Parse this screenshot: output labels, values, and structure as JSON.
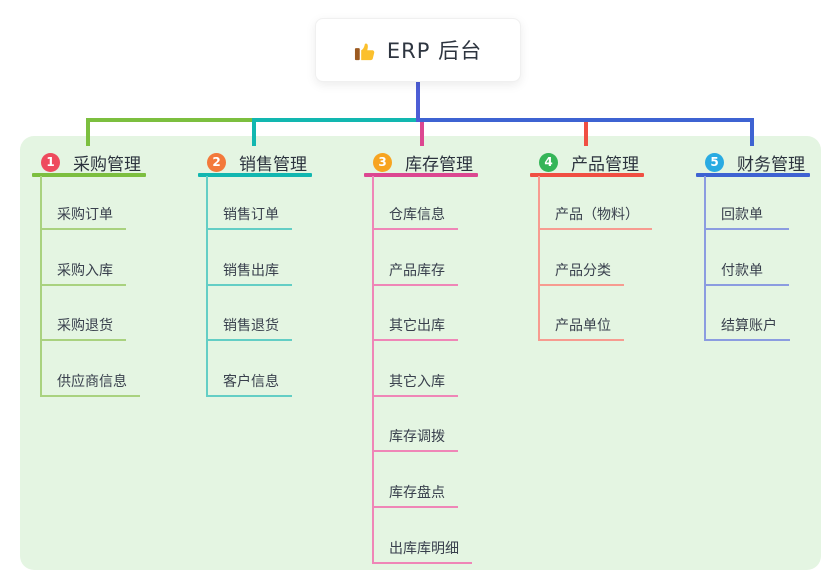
{
  "root": {
    "label": "ERP 后台",
    "icon": "thumbs-up-icon"
  },
  "branches": [
    {
      "index": "1",
      "title": "采购管理",
      "badge_color": "#ee4b5e",
      "line_color": "#7cbf3f",
      "child_line_color": "#a9d27f",
      "children": [
        "采购订单",
        "采购入库",
        "采购退货",
        "供应商信息"
      ]
    },
    {
      "index": "2",
      "title": "销售管理",
      "badge_color": "#f3793b",
      "line_color": "#12b7b0",
      "child_line_color": "#63cec5",
      "children": [
        "销售订单",
        "销售出库",
        "销售退货",
        "客户信息"
      ]
    },
    {
      "index": "3",
      "title": "库存管理",
      "badge_color": "#f7a420",
      "line_color": "#dc4791",
      "child_line_color": "#ef86b7",
      "children": [
        "仓库信息",
        "产品库存",
        "其它出库",
        "其它入库",
        "库存调拨",
        "库存盘点",
        "出库库明细"
      ]
    },
    {
      "index": "4",
      "title": "产品管理",
      "badge_color": "#35b558",
      "line_color": "#f04f43",
      "child_line_color": "#f79b90",
      "children": [
        "产品（物料）",
        "产品分类",
        "产品单位"
      ]
    },
    {
      "index": "5",
      "title": "财务管理",
      "badge_color": "#29abe2",
      "line_color": "#3e63d2",
      "child_line_color": "#8b9ce0",
      "children": [
        "回款单",
        "付款单",
        "结算账户"
      ]
    }
  ],
  "canvas": {
    "background": "#ffffff",
    "panel_background": "#e4f5e2",
    "root_drop_color": "#4d5ed6",
    "text_color": "#2c333e"
  }
}
